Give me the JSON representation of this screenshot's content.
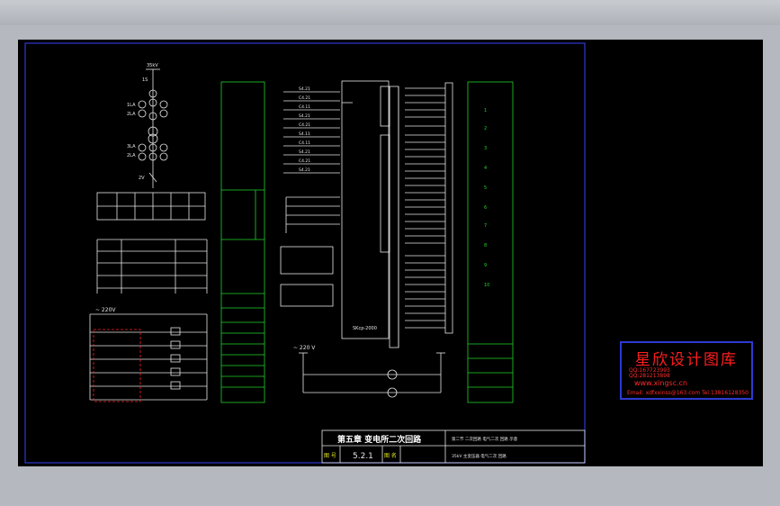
{
  "drawing": {
    "voltage_top": "35kV",
    "voltage_dc_left": "~ 220V",
    "voltage_dc_bottom": "~ 220 V",
    "left_tags": [
      "1S",
      "1LA",
      "2LA",
      "3LA",
      "2LA",
      "2V"
    ],
    "device_label": "SKcp-2000",
    "signal_lines": [
      "S4.21",
      "C4.21",
      "C4.11",
      "S4.21",
      "C4.21",
      "S4.11",
      "C4.11",
      "S4.21",
      "C4.21",
      "S4.21"
    ],
    "right_terminals": [
      "1",
      "2",
      "3",
      "4",
      "5",
      "6",
      "7",
      "8",
      "9",
      "10"
    ]
  },
  "title_block": {
    "main_title": "第五章  变电所二次回路",
    "sub_title": "第二节 二次回路 电气二次 回路 示意",
    "drawing_no_label": "图  号",
    "drawing_no": "5.2.1",
    "sheet_label": "图  名",
    "sheet_desc": "35kV 主变压器 电气二次 回路"
  },
  "watermark": {
    "title": "星欣设计图库",
    "qq1": "QQ:167723993",
    "qq2": "QQ:281213898",
    "site": "www.xingsc.cn",
    "mail": "Email: xdfxxinss@163.com  Tel:13816128350"
  },
  "colors": {
    "line_white": "#e6e6e6",
    "line_green": "#21d42a",
    "frame_blue": "#3038d0",
    "accent_red": "#ff2020",
    "text_yellow": "#e8e820"
  }
}
